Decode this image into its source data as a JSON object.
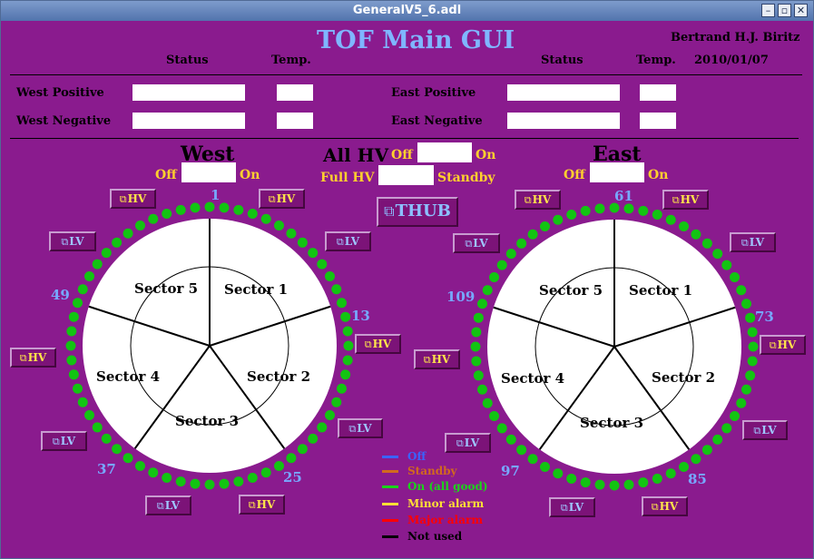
{
  "window": {
    "title": "GeneralV5_6.adl",
    "controls": [
      "–",
      "▫",
      "✕"
    ]
  },
  "header": {
    "title": "TOF Main GUI",
    "author": "Bertrand H.J. Biritz",
    "date": "2010/01/07",
    "status_label": "Status",
    "temp_label": "Temp."
  },
  "power_rows": {
    "west_positive": "West Positive",
    "west_negative": "West Negative",
    "east_positive": "East Positive",
    "east_negative": "East Negative"
  },
  "west": {
    "label": "West",
    "off": "Off",
    "on": "On",
    "sectors": [
      "Sector 1",
      "Sector 2",
      "Sector 3",
      "Sector 4",
      "Sector 5"
    ],
    "tray_numbers": [
      "1",
      "13",
      "25",
      "37",
      "49"
    ]
  },
  "east": {
    "label": "East",
    "off": "Off",
    "on": "On",
    "sectors": [
      "Sector 1",
      "Sector 2",
      "Sector 3",
      "Sector 4",
      "Sector 5"
    ],
    "tray_numbers": [
      "61",
      "73",
      "85",
      "97",
      "109"
    ]
  },
  "all_hv": {
    "label": "All HV",
    "off": "Off",
    "on": "On",
    "full_hv": "Full HV",
    "standby": "Standby"
  },
  "buttons": {
    "hv": "HV",
    "lv": "LV",
    "thub": "THUB",
    "icon": "related-display-icon"
  },
  "legend": [
    {
      "label": "Off",
      "color": "#3a63ff"
    },
    {
      "label": "Standby",
      "color": "#d2691e"
    },
    {
      "label": "On (all good)",
      "color": "#1bd41b"
    },
    {
      "label": "Minor alarm",
      "color": "#ffe035"
    },
    {
      "label": "Major alarm",
      "color": "#ff0000"
    },
    {
      "label": "Not used",
      "color": "#000000"
    }
  ],
  "colors": {
    "background": "#8a1b8e",
    "led_on": "#12c412",
    "title": "#7fb6ff",
    "yellow_text": "#ffcf2e",
    "tray_numbers": "#77a8ff"
  }
}
